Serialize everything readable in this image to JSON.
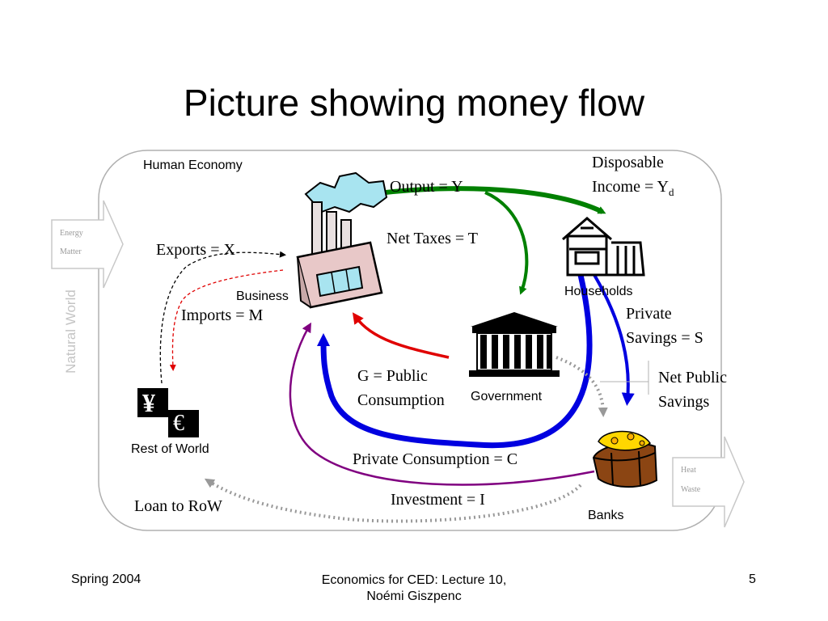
{
  "title": "Picture showing money flow",
  "natural_world": "Natural World",
  "human_economy": "Human Economy",
  "inflow": {
    "line1": "Energy",
    "line2": "Matter"
  },
  "outflow": {
    "line1": "Heat",
    "line2": "Waste"
  },
  "nodes": {
    "business": "Business",
    "households": "Households",
    "government": "Government",
    "rest_of_world": "Rest of World",
    "banks": "Banks"
  },
  "labels": {
    "disposable_line1": "Disposable",
    "disposable_line2": "Income = Y",
    "disposable_sub": "d",
    "output": "Output = Y",
    "net_taxes": "Net Taxes = T",
    "exports": "Exports = X",
    "imports": "Imports = M",
    "private_savings_line1": "Private",
    "private_savings_line2": "Savings = S",
    "net_public_line1": "Net Public",
    "net_public_line2": "Savings",
    "g_line1": "G = Public",
    "g_line2": "Consumption",
    "private_consumption": "Private Consumption = C",
    "investment": "Investment = I",
    "loan": "Loan to RoW"
  },
  "currency_symbols": {
    "yen": "¥",
    "euro": "€"
  },
  "footer": {
    "left": "Spring 2004",
    "center_line1": "Economics for CED: Lecture 10,",
    "center_line2": "Noémi Giszpenc",
    "page": "5"
  },
  "colors": {
    "output_arrow": "#008000",
    "government_arrow": "#e00000",
    "consumption_arrow": "#0000e0",
    "investment_arrow": "#800080",
    "dotted_arrow": "#999999",
    "factory_sky": "#a8e4f0"
  },
  "icons": [
    "factory-icon",
    "house-icon",
    "government-building-icon",
    "currency-icon",
    "treasure-chest-icon"
  ]
}
